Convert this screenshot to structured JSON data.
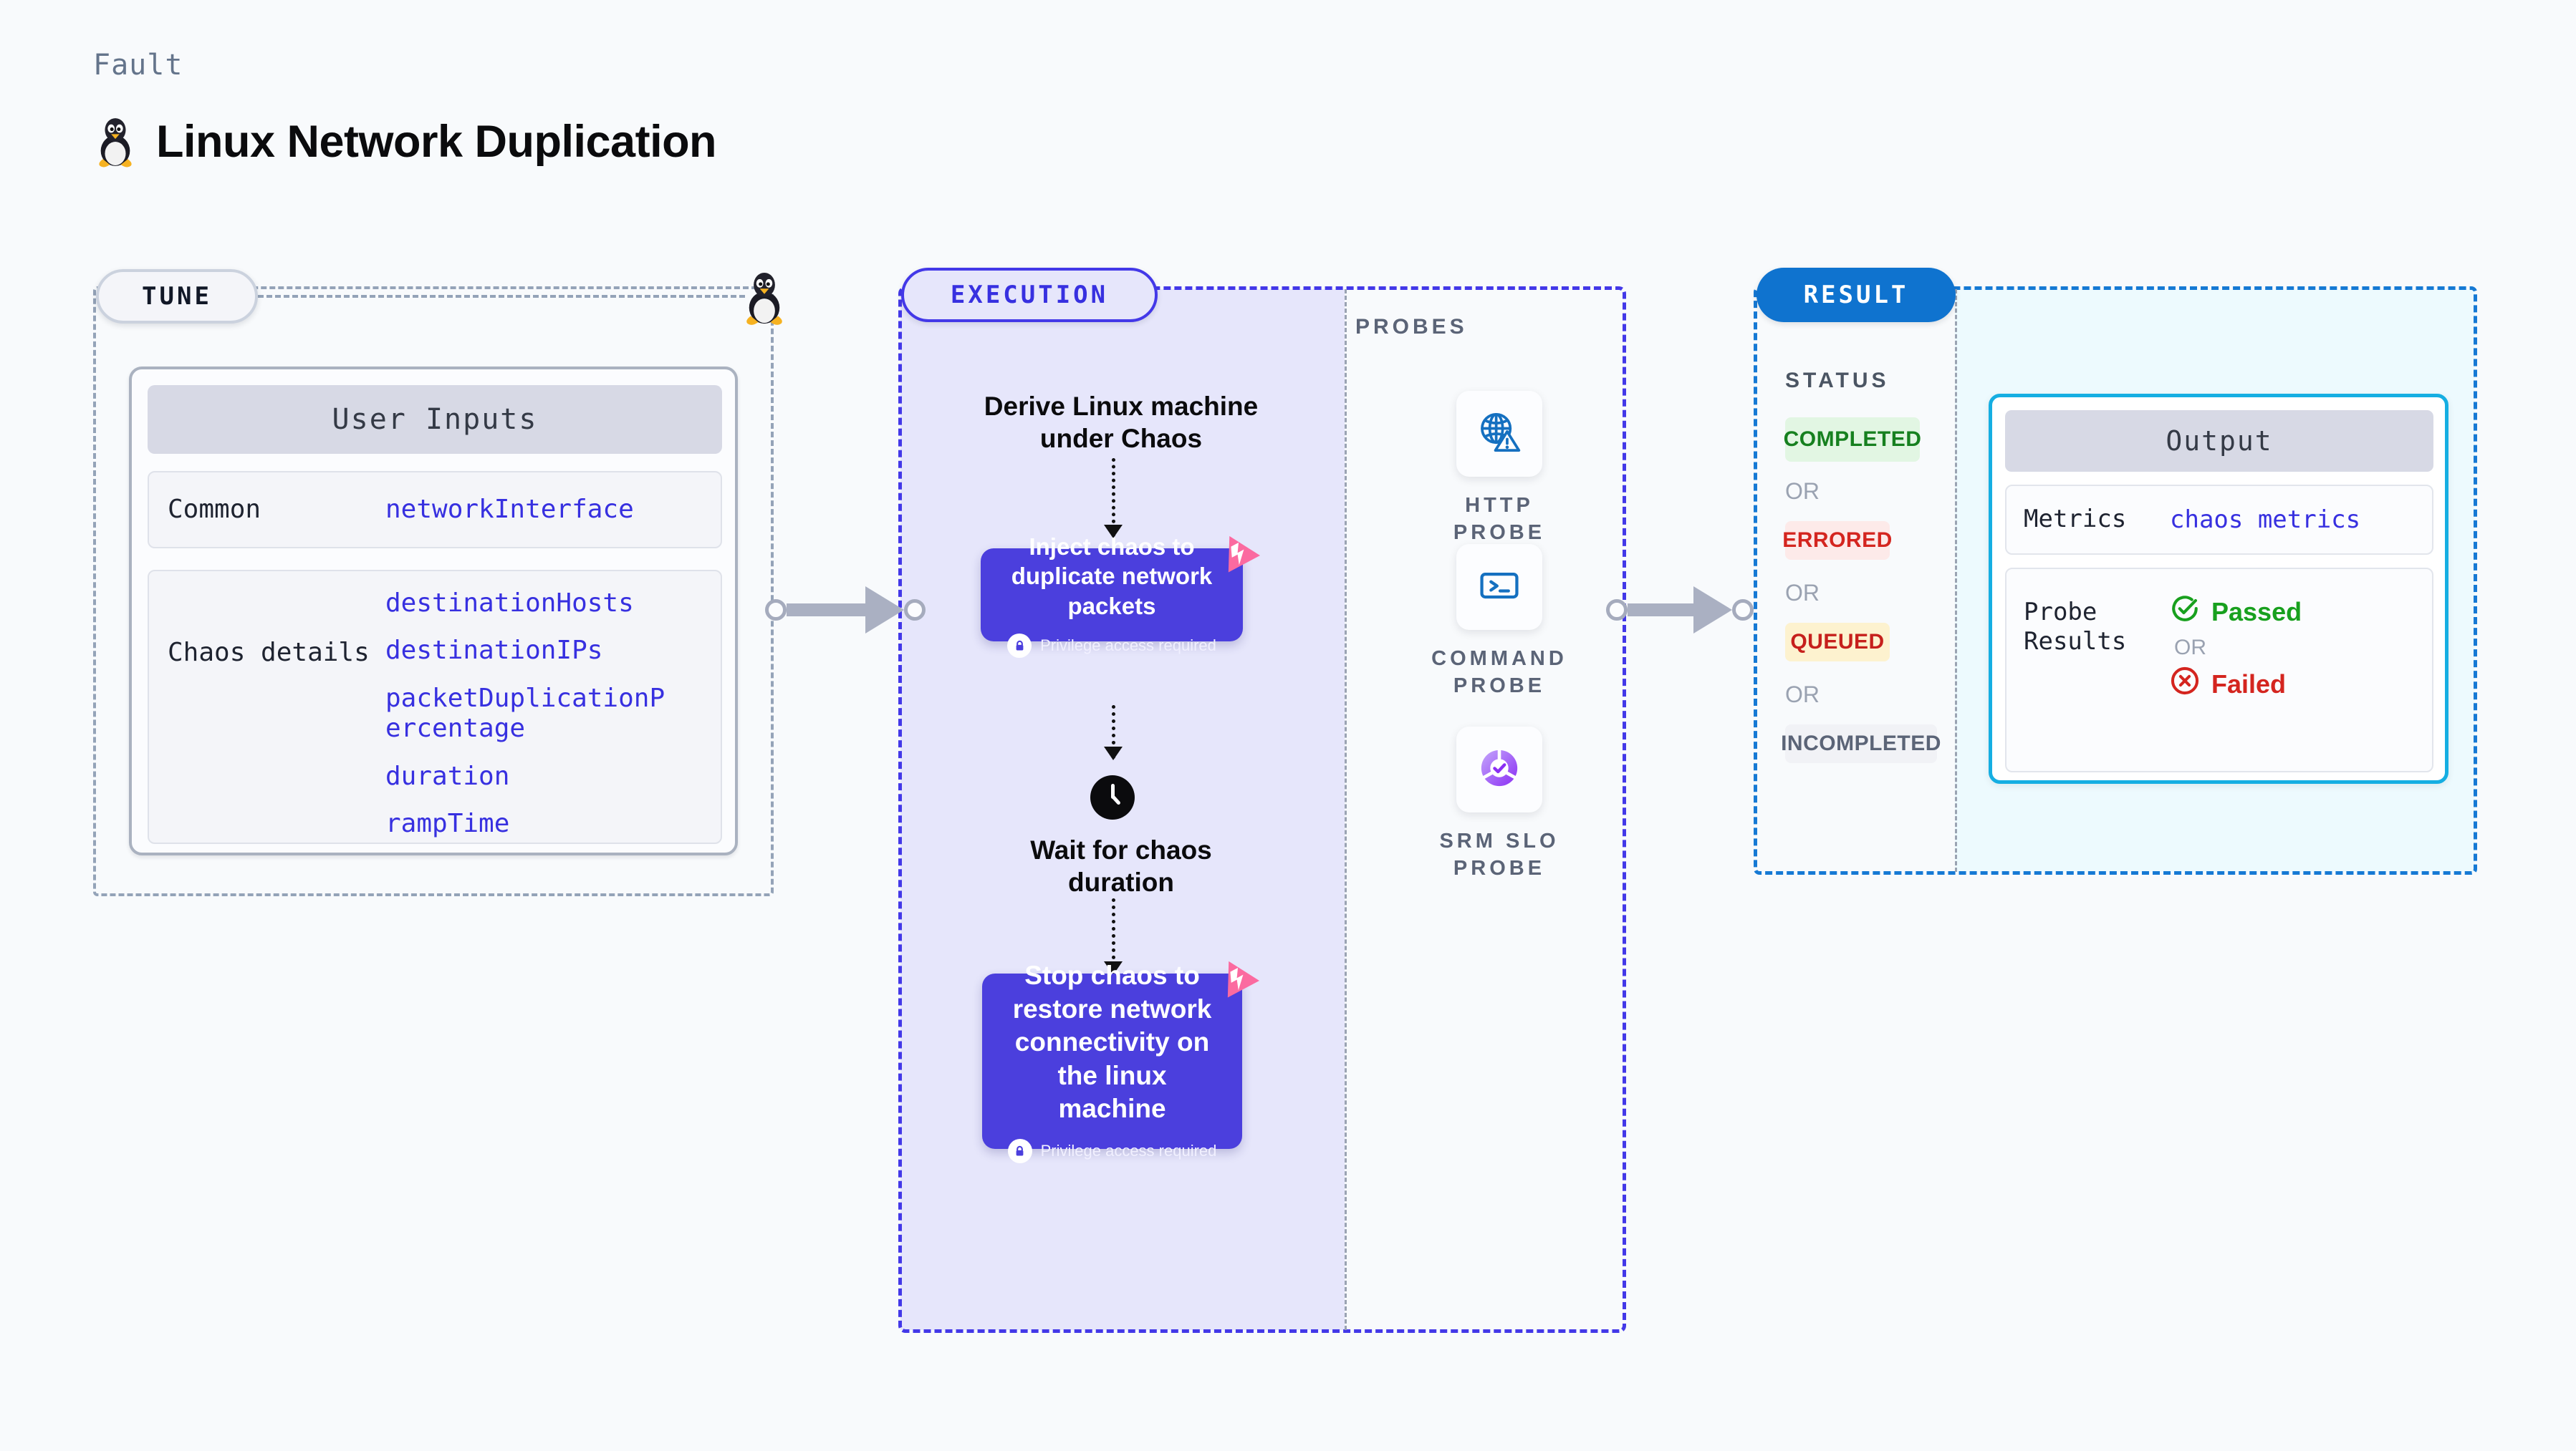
{
  "header": {
    "kicker": "Fault",
    "title": "Linux Network Duplication",
    "icon": "tux-penguin-icon"
  },
  "tune": {
    "pill_label": "TUNE",
    "card_title": "User Inputs",
    "rows": [
      {
        "label": "Common",
        "values": [
          "networkInterface"
        ]
      },
      {
        "label": "Chaos details",
        "values": [
          "destinationHosts",
          "destinationIPs",
          "packetDuplicationPercentage",
          "duration",
          "rampTime"
        ]
      }
    ]
  },
  "execution": {
    "pill_label": "EXECUTION",
    "steps": [
      {
        "type": "label",
        "text": "Derive Linux machine under Chaos"
      },
      {
        "type": "card",
        "text": "Inject chaos to duplicate network packets",
        "privilege": "Privilege access required"
      },
      {
        "type": "label",
        "text": "Wait for chaos duration",
        "icon": "clock-icon"
      },
      {
        "type": "card",
        "text": "Stop chaos to restore network connectivity on the linux machine",
        "privilege": "Privilege access required"
      }
    ]
  },
  "probes": {
    "title": "PROBES",
    "items": [
      {
        "label": "HTTP PROBE",
        "icon": "globe-warning-icon"
      },
      {
        "label": "COMMAND PROBE",
        "icon": "terminal-icon"
      },
      {
        "label": "SRM SLO PROBE",
        "icon": "slo-donut-check-icon"
      }
    ]
  },
  "result": {
    "pill_label": "RESULT",
    "status_title": "STATUS",
    "or_label": "OR",
    "statuses": [
      {
        "label": "COMPLETED",
        "bg": "#e2f6e3",
        "fg": "#16801f"
      },
      {
        "label": "ERRORED",
        "bg": "#fdeae9",
        "fg": "#d4251f"
      },
      {
        "label": "QUEUED",
        "bg": "#fdf2cf",
        "fg": "#c6201c"
      },
      {
        "label": "INCOMPLETED",
        "bg": "#f1f2f6",
        "fg": "#5b6477"
      }
    ],
    "output": {
      "title": "Output",
      "metrics_label": "Metrics",
      "metrics_value": "chaos metrics",
      "probe_label": "Probe Results",
      "passed_label": "Passed",
      "failed_label": "Failed",
      "or_label": "OR"
    }
  },
  "colors": {
    "accent_indigo": "#4338e8",
    "card_purple": "#4b3fdd",
    "result_blue": "#0f73cf",
    "output_cyan": "#15aee2",
    "chaos_pink": "#fb6aa0",
    "mono_value": "#3730e0"
  }
}
